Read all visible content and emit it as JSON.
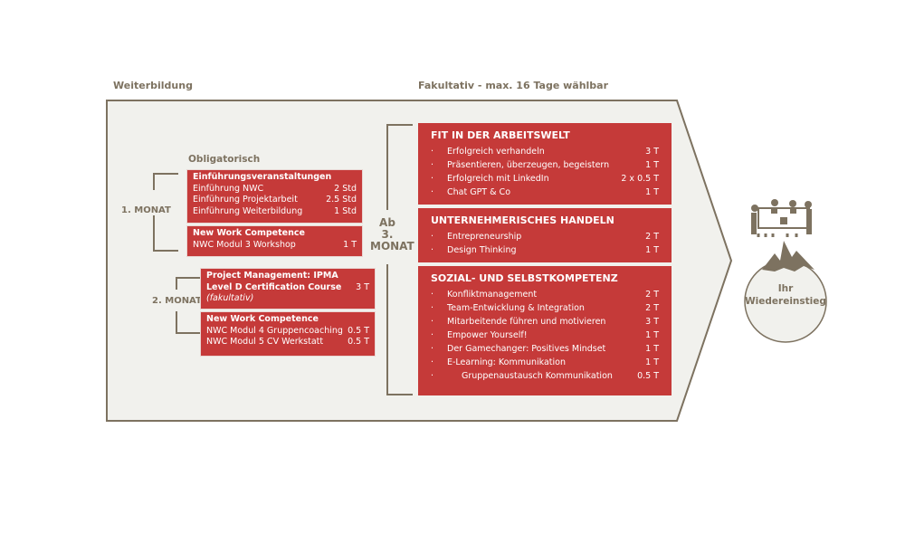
{
  "headers": {
    "left": "Weiterbildung",
    "right": "Fakultativ - max. 16 Tage wählbar",
    "obligatorisch": "Obligatorisch"
  },
  "months": {
    "m1": "1. MONAT",
    "m2": "2. MONAT",
    "m3_ab": "Ab",
    "m3_num": "3.",
    "m3_label": "MONAT"
  },
  "left_boxes": [
    {
      "title": "Einführungsveranstaltungen",
      "items": [
        {
          "label": "Einführung NWC",
          "value": "2 Std"
        },
        {
          "label": "Einführung Projektarbeit",
          "value": "2.5 Std"
        },
        {
          "label": "Einführung Weiterbildung",
          "value": "1 Std"
        }
      ]
    },
    {
      "title": "New Work Competence",
      "items": [
        {
          "label": "NWC Modul 3 Workshop",
          "value": "1 T"
        }
      ]
    },
    {
      "title1": "Project Management: IPMA",
      "title2": "Level D Certification Course",
      "note": "(fakultativ)",
      "value": "3 T"
    },
    {
      "title": "New Work Competence",
      "items": [
        {
          "label": "NWC Modul 4 Gruppencoaching",
          "value": "0.5 T"
        },
        {
          "label": "NWC Modul 5 CV Werkstatt",
          "value": "0.5 T"
        }
      ]
    }
  ],
  "sections": [
    {
      "title": "FIT IN DER ARBEITSWELT",
      "items": [
        {
          "label": "Erfolgreich verhandeln",
          "value": "3 T"
        },
        {
          "label": "Präsentieren, überzeugen, begeistern",
          "value": "1 T"
        },
        {
          "label": "Erfolgreich mit LinkedIn",
          "value": "2 x 0.5 T"
        },
        {
          "label": "Chat GPT & Co",
          "value": "1 T"
        }
      ]
    },
    {
      "title": "UNTERNEHMERISCHES HANDELN",
      "items": [
        {
          "label": "Entrepreneurship",
          "value": "2 T"
        },
        {
          "label": "Design Thinking",
          "value": "1 T"
        }
      ]
    },
    {
      "title": "SOZIAL- UND SELBSTKOMPETENZ",
      "items": [
        {
          "label": "Konfliktmanagement",
          "value": "2 T"
        },
        {
          "label": "Team-Entwicklung & Integration",
          "value": "2 T"
        },
        {
          "label": "Mitarbeitende führen und motivieren",
          "value": "3 T"
        },
        {
          "label": "Empower Yourself!",
          "value": "1 T"
        },
        {
          "label": "Der Gamechanger: Positives Mindset",
          "value": "1 T"
        },
        {
          "label": "E-Learning: Kommunikation",
          "value": "1 T"
        },
        {
          "label": "Gruppenaustausch Kommunikation",
          "value": "0.5 T"
        }
      ]
    }
  ],
  "goal": {
    "line1": "Ihr",
    "line2": "Wiedereinstieg"
  },
  "colors": {
    "red": "#c53a39",
    "brown": "#7d7260",
    "bg": "#f1f1ed"
  }
}
